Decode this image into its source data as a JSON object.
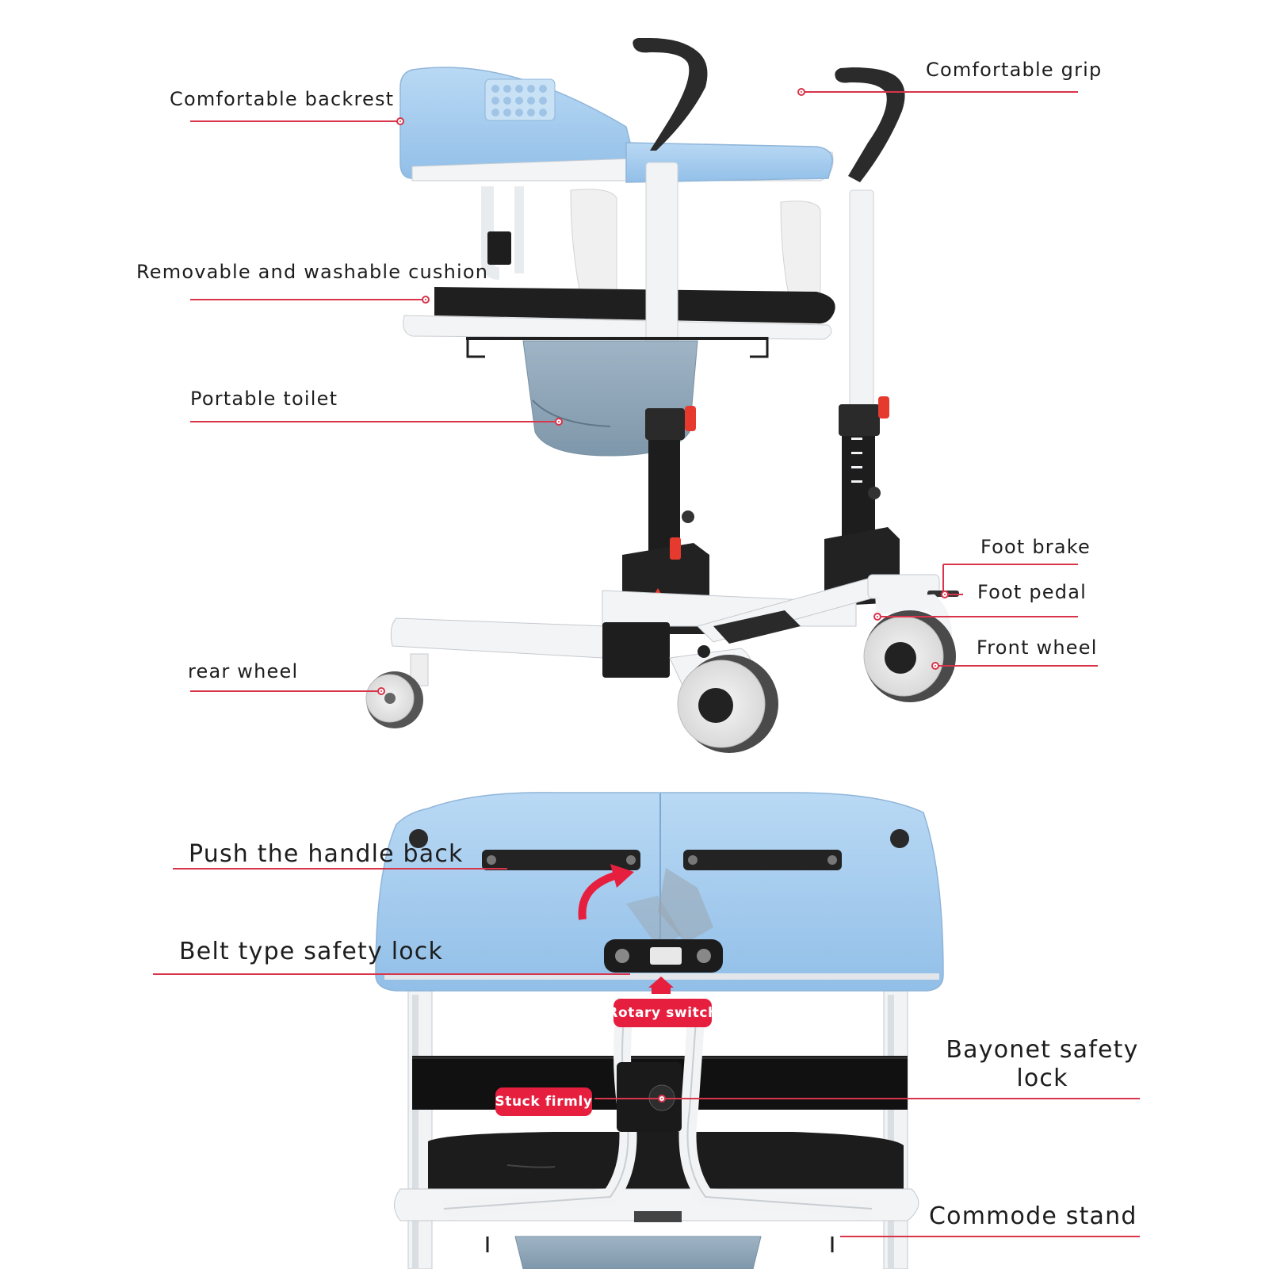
{
  "top_callouts": {
    "backrest": "Comfortable backrest",
    "grip": "Comfortable grip",
    "cushion": "Removable and washable cushion",
    "toilet": "Portable toilet",
    "foot_brake": "Foot brake",
    "foot_pedal": "Foot pedal",
    "front_wheel": "Front wheel",
    "rear_wheel": "rear wheel"
  },
  "bottom_callouts": {
    "push_handle": "Push the handle back",
    "belt_lock": "Belt type safety lock",
    "rotary_switch": "Rotary switch",
    "bayonet_line1": "Bayonet safety",
    "bayonet_line2": "lock",
    "stuck_firmly": "Stuck firmly",
    "commode_stand": "Commode stand"
  },
  "colors": {
    "seat_blue": "#a8cdee",
    "accent_red": "#e61f3f",
    "frame_white": "#f1f3f5",
    "frame_black": "#1c1c1c"
  }
}
